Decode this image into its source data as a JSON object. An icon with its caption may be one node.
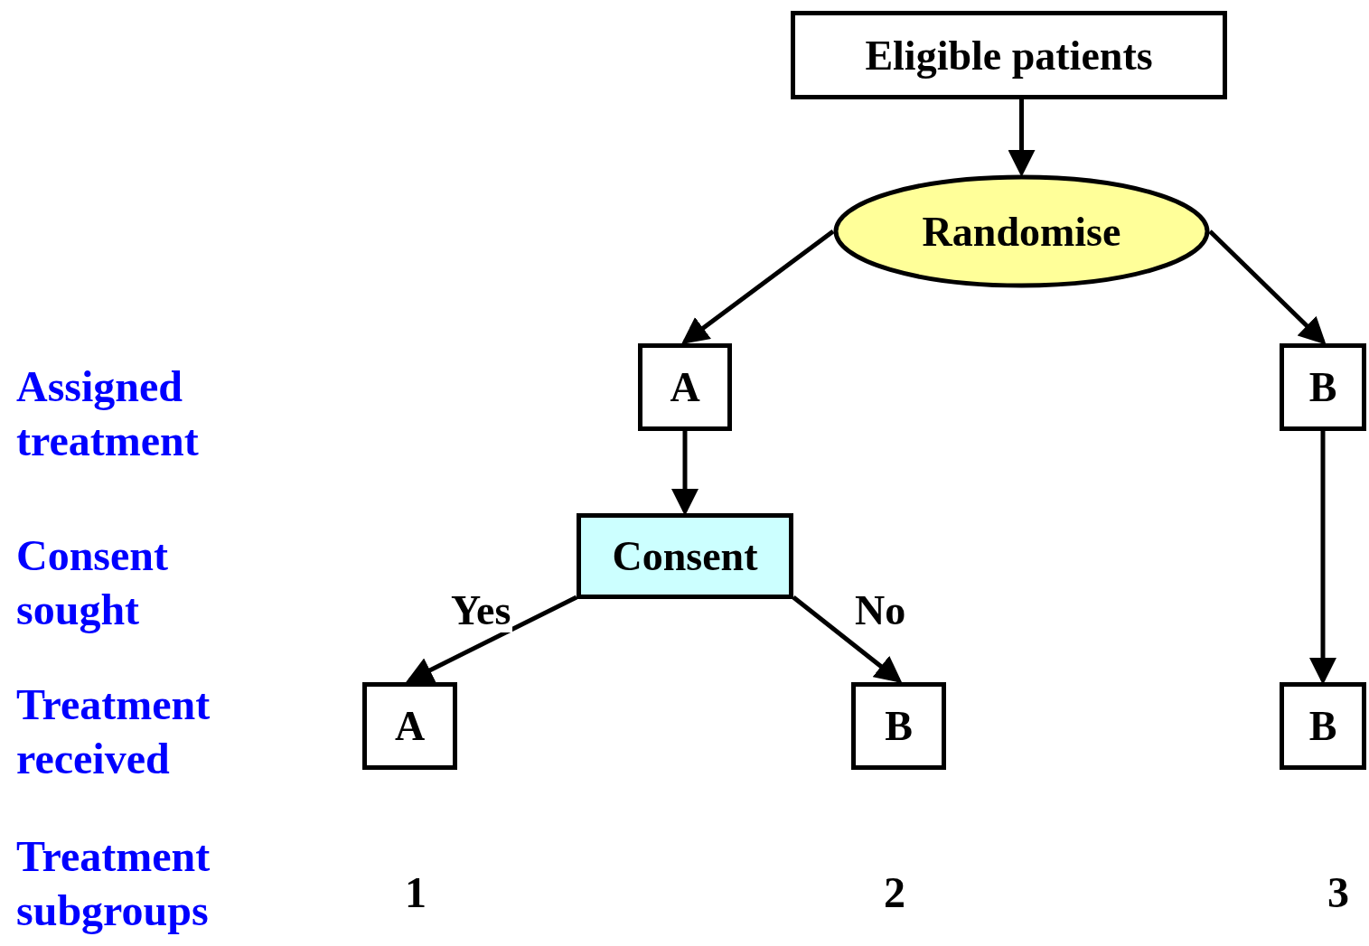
{
  "diagram": {
    "nodes": [
      {
        "text": [
          "Eligible patients"
        ]
      },
      {
        "text": [
          "Randomise"
        ]
      },
      {
        "text": [
          "A"
        ]
      },
      {
        "text": [
          "B"
        ]
      },
      {
        "text": [
          "Consent"
        ]
      },
      {
        "text": [
          "A"
        ]
      },
      {
        "text": [
          "B"
        ]
      },
      {
        "text": [
          "B"
        ]
      }
    ],
    "edges": [
      {
        "from": 0,
        "to": 1,
        "arrow": "to"
      },
      {
        "from": 1,
        "to": 2,
        "arrow": "to"
      },
      {
        "from": 1,
        "to": 3,
        "arrow": "to"
      },
      {
        "from": 2,
        "to": 4,
        "arrow": "to"
      },
      {
        "from": 3,
        "to": 7,
        "arrow": "to"
      },
      {
        "from": 4,
        "to": 5,
        "label": "Yes",
        "arrow": "to"
      },
      {
        "from": 4,
        "to": 6,
        "label": "No",
        "arrow": "to"
      }
    ],
    "labels": [
      "Assigned treatment",
      "Consent sought",
      "Treatment received",
      "Treatment subgroups",
      "1",
      "2",
      "3"
    ]
  }
}
